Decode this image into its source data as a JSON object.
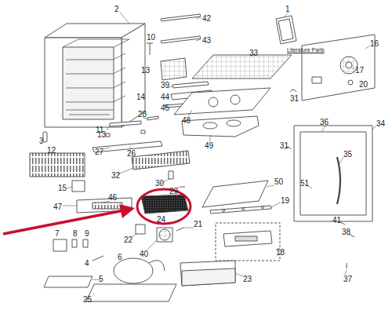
{
  "diagram": {
    "labels": [
      "2",
      "1",
      "Literature Parts",
      "42",
      "10",
      "43",
      "16",
      "33",
      "13",
      "14",
      "39",
      "17",
      "44",
      "20",
      "45",
      "31",
      "28",
      "48",
      "11",
      "49",
      "3",
      "13",
      "36",
      "34",
      "27",
      "26",
      "12",
      "31",
      "35",
      "32",
      "30",
      "29",
      "50",
      "15",
      "46",
      "19",
      "51",
      "47",
      "24",
      "21",
      "22",
      "40",
      "41",
      "7",
      "8",
      "9",
      "38",
      "18",
      "4",
      "6",
      "37",
      "5",
      "23",
      "25"
    ]
  }
}
